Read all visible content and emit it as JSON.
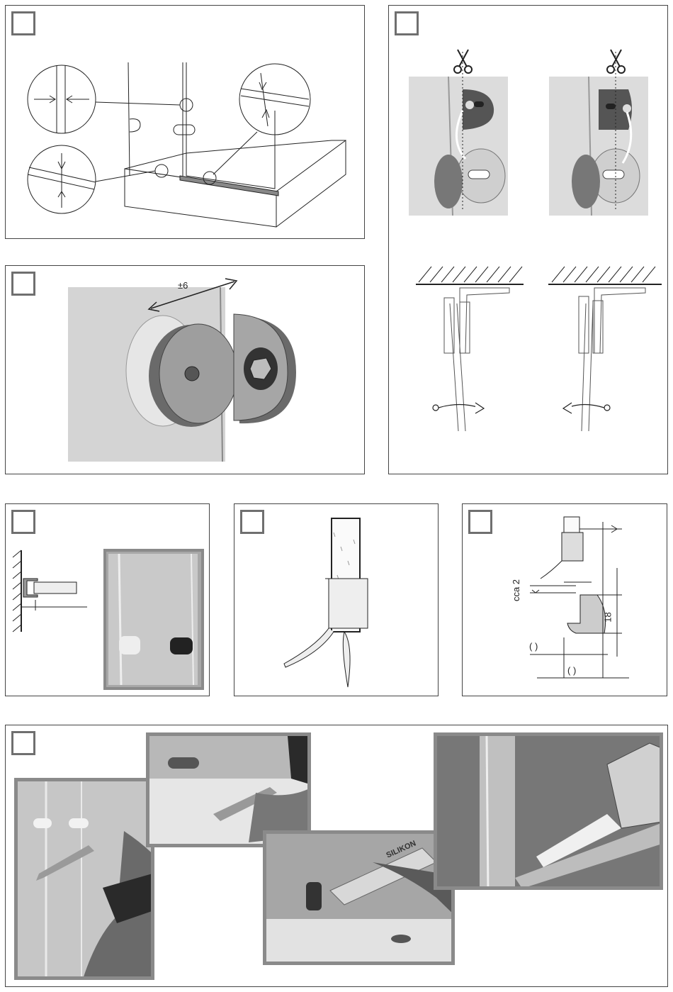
{
  "colors": {
    "frame": "#444444",
    "step_box": "#6f6f6f",
    "photo_border": "#8a8a8a",
    "fitting_dark": "#555555",
    "fitting_mid": "#9a9a9a",
    "wall_gray": "#d4d4d4"
  },
  "panel_bracket": {
    "adjust_label": "±6"
  },
  "panel_profile": {
    "gap_label": "cca 2",
    "height_label": "18",
    "bracket_left": "( )",
    "bracket_bottom": "( )"
  },
  "panel_sealant": {
    "cartridge_brand": "SILIKON"
  },
  "icons": {
    "cut": "scissors-icon",
    "rotate_right": "rotate-clockwise-icon",
    "rotate_left": "rotate-counterclockwise-icon"
  }
}
